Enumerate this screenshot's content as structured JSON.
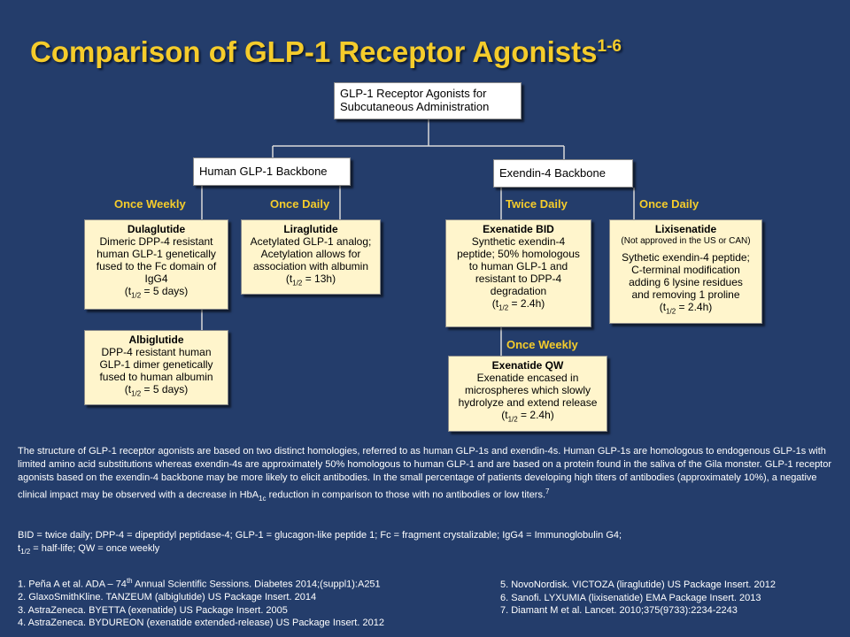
{
  "title": {
    "text": "Comparison of GLP-1 Receptor Agonists",
    "sup": "1-6"
  },
  "root": {
    "line1": "GLP-1 Receptor Agonists for",
    "line2": "Subcutaneous Administration"
  },
  "backbones": {
    "human": "Human GLP-1 Backbone",
    "exendin": "Exendin-4 Backbone"
  },
  "frequency_labels": {
    "dulaglutide": "Once Weekly",
    "liraglutide": "Once Daily",
    "exenatide_bid": "Twice Daily",
    "lixisenatide": "Once Daily",
    "exenatide_qw": "Once Weekly"
  },
  "drugs": {
    "dulaglutide": {
      "name": "Dulaglutide",
      "lines": [
        "Dimeric DPP-4 resistant",
        "human GLP-1 genetically",
        "fused to the Fc domain of",
        "IgG4"
      ],
      "halflife": "= 5 days)"
    },
    "liraglutide": {
      "name": "Liraglutide",
      "lines": [
        "Acetylated GLP-1 analog;",
        "Acetylation allows for",
        "association with albumin"
      ],
      "halflife": "= 13h)"
    },
    "albiglutide": {
      "name": "Albiglutide",
      "lines": [
        "DPP-4 resistant human",
        "GLP-1 dimer genetically",
        "fused to human albumin"
      ],
      "halflife": "= 5 days)"
    },
    "exenatide_bid": {
      "name": "Exenatide BID",
      "lines": [
        "Synthetic exendin-4",
        "peptide; 50% homologous",
        "to human GLP-1 and",
        "resistant to DPP-4",
        "degradation"
      ],
      "halflife": "= 2.4h)"
    },
    "lixisenatide": {
      "name": "Lixisenatide",
      "note": "(Not approved in the US or CAN)",
      "lines": [
        "Sythetic exendin-4 peptide;",
        "C-terminal modification",
        "adding 6 lysine residues",
        "and removing 1 proline"
      ],
      "halflife": "= 2.4h)"
    },
    "exenatide_qw": {
      "name": "Exenatide QW",
      "lines": [
        "Exenatide encased in",
        "microspheres which slowly",
        "hydrolyze and extend release"
      ],
      "halflife": "= 2.4h)"
    }
  },
  "halflife_symbol": {
    "t": "(t",
    "sub": "1/2"
  },
  "paragraph": {
    "main": "The structure of GLP-1 receptor agonists are based on two distinct homologies, referred to as human GLP-1s and exendin-4s. Human GLP-1s are homologous to endogenous GLP-1s with limited amino acid substitutions whereas exendin-4s are approximately 50% homologous to human GLP-1 and are based on a protein found in the saliva of the Gila monster. GLP-1 receptor agonists based on the exendin-4 backbone may be more likely to elicit antibodies. In the small percentage of patients developing high titers of antibodies (approximately 10%), a negative clinical impact may be observed with a decrease in HbA",
    "hba_sub": "1c",
    "after": " reduction in comparison to those with no antibodies or low titers.",
    "ref": "7"
  },
  "abbrev": {
    "line1": "BID = twice daily; DPP-4 = dipeptidyl peptidase-4; GLP-1 = glucagon-like peptide 1; Fc = fragment crystalizable; IgG4 = Immunoglobulin G4;",
    "t": "t",
    "sub": "1/2",
    "line2": " = half-life; QW = once weekly"
  },
  "references_left": [
    {
      "pre": "1. Peña A et al. ADA – 74",
      "sup": "th",
      "post": " Annual Scientific Sessions. Diabetes 2014;(suppl1):A251"
    },
    {
      "pre": "2. GlaxoSmithKline. TANZEUM (albiglutide) US Package Insert. 2014",
      "sup": "",
      "post": ""
    },
    {
      "pre": "3. AstraZeneca. BYETTA (exenatide) US Package Insert. 2005",
      "sup": "",
      "post": ""
    },
    {
      "pre": "4. AstraZeneca. BYDUREON (exenatide extended-release) US Package Insert. 2012",
      "sup": "",
      "post": ""
    }
  ],
  "references_right": [
    "5. NovoNordisk. VICTOZA (liraglutide) US Package Insert. 2012",
    "6. Sanofi. LYXUMIA (lixisenatide) EMA Package Insert. 2013",
    "7. Diamant M et al. Lancet. 2010;375(9733):2234-2243"
  ],
  "colors": {
    "background": "#243d6b",
    "title": "#f5cc2b",
    "label": "#f5cc2b",
    "box": "#fff5cc"
  }
}
